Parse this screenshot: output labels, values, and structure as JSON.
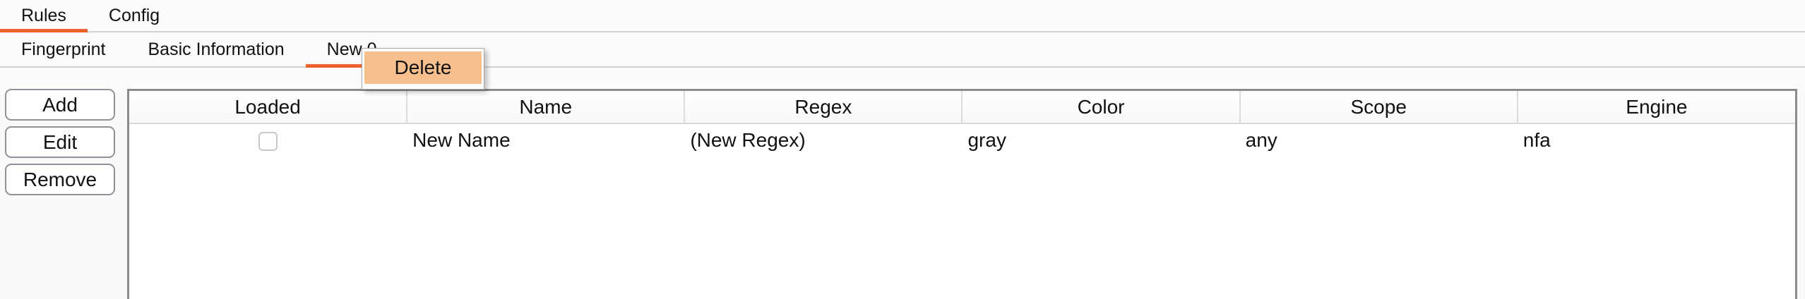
{
  "tabbar_primary": {
    "tabs": [
      {
        "label": "Rules",
        "active": true
      },
      {
        "label": "Config",
        "active": false
      }
    ]
  },
  "tabbar_secondary": {
    "tabs": [
      {
        "label": "Fingerprint",
        "active": false
      },
      {
        "label": "Basic Information",
        "active": false
      },
      {
        "label": "New 0",
        "active": true
      }
    ]
  },
  "context_menu": {
    "items": [
      {
        "label": "Delete",
        "highlighted": true
      }
    ]
  },
  "side_panel": {
    "buttons": [
      {
        "label": "Add"
      },
      {
        "label": "Edit"
      },
      {
        "label": "Remove"
      }
    ]
  },
  "table": {
    "columns": [
      "Loaded",
      "Name",
      "Regex",
      "Color",
      "Scope",
      "Engine"
    ],
    "rows": [
      {
        "loaded": false,
        "name": "New Name",
        "regex": "(New Regex)",
        "color": "gray",
        "scope": "any",
        "engine": "nfa"
      }
    ]
  },
  "colors": {
    "accent_orange": "#ee6230",
    "menu_highlight": "#f7be8e"
  }
}
